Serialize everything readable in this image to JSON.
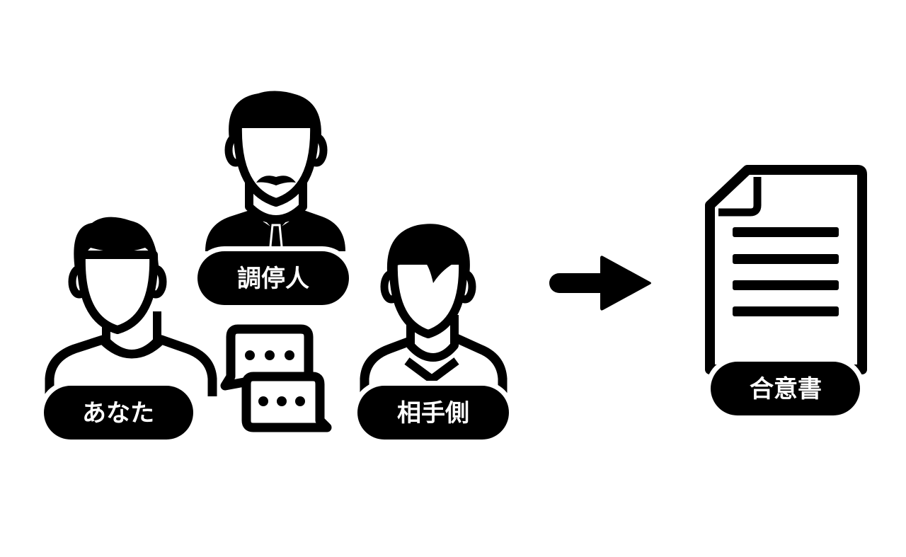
{
  "labels": {
    "you": "あなた",
    "mediator": "調停人",
    "other_party": "相手側",
    "agreement": "合意書"
  },
  "icons": {
    "you": "person-icon",
    "mediator": "mediator-person-icon",
    "other_party": "person-icon",
    "conversation": "chat-bubbles-icon",
    "arrow": "right-arrow-icon",
    "agreement": "document-icon"
  },
  "colors": {
    "ink": "#000000",
    "paper": "#ffffff"
  }
}
